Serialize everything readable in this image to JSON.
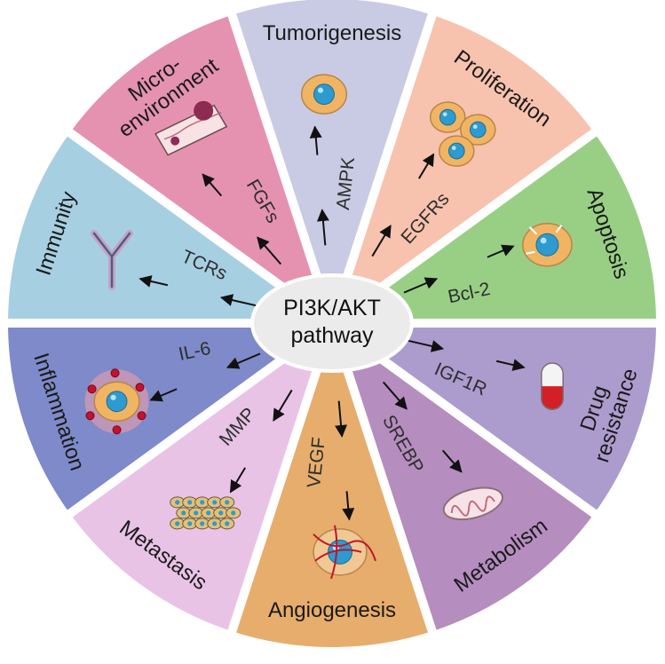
{
  "center": {
    "line1": "PI3K/AKT",
    "line2": "pathway"
  },
  "segments": [
    {
      "id": "tumorigenesis",
      "label": [
        "Tumorigenesis"
      ],
      "mediator": "AMPK",
      "color": "#c9cbe4",
      "icon": "cancer-cell-icon"
    },
    {
      "id": "proliferation",
      "label": [
        "Proliferation"
      ],
      "mediator": "EGFRs",
      "color": "#f7c2ae",
      "icon": "dividing-cells-icon"
    },
    {
      "id": "apoptosis",
      "label": [
        "Apoptosis"
      ],
      "mediator": "Bcl-2",
      "color": "#99cf85",
      "icon": "apoptotic-cell-icon"
    },
    {
      "id": "drug-resistance",
      "label": [
        "Drug",
        "resistance"
      ],
      "mediator": "IGF1R",
      "color": "#ac9ccd",
      "icon": "capsule-icon"
    },
    {
      "id": "metabolism",
      "label": [
        "Metabolism"
      ],
      "mediator": "SREBP",
      "color": "#b58dbf",
      "icon": "mitochondrion-icon"
    },
    {
      "id": "angiogenesis",
      "label": [
        "Angiogenesis"
      ],
      "mediator": "VEGF",
      "color": "#e6ad6c",
      "icon": "vascularized-cell-icon"
    },
    {
      "id": "metastasis",
      "label": [
        "Metastasis"
      ],
      "mediator": "MMP",
      "color": "#e8c3e6",
      "icon": "cell-cluster-icon"
    },
    {
      "id": "inflammation",
      "label": [
        "Inflammation"
      ],
      "mediator": "IL-6",
      "color": "#7e8ac9",
      "icon": "inflamed-cell-icon"
    },
    {
      "id": "immunity",
      "label": [
        "Immunity"
      ],
      "mediator": "TCRs",
      "color": "#a7cfe2",
      "icon": "t-cell-receptor-icon"
    },
    {
      "id": "microenvironment",
      "label": [
        "Micro-",
        "environment"
      ],
      "mediator": "FGFs",
      "color": "#e592b0",
      "icon": "vessel-tissue-icon"
    }
  ]
}
